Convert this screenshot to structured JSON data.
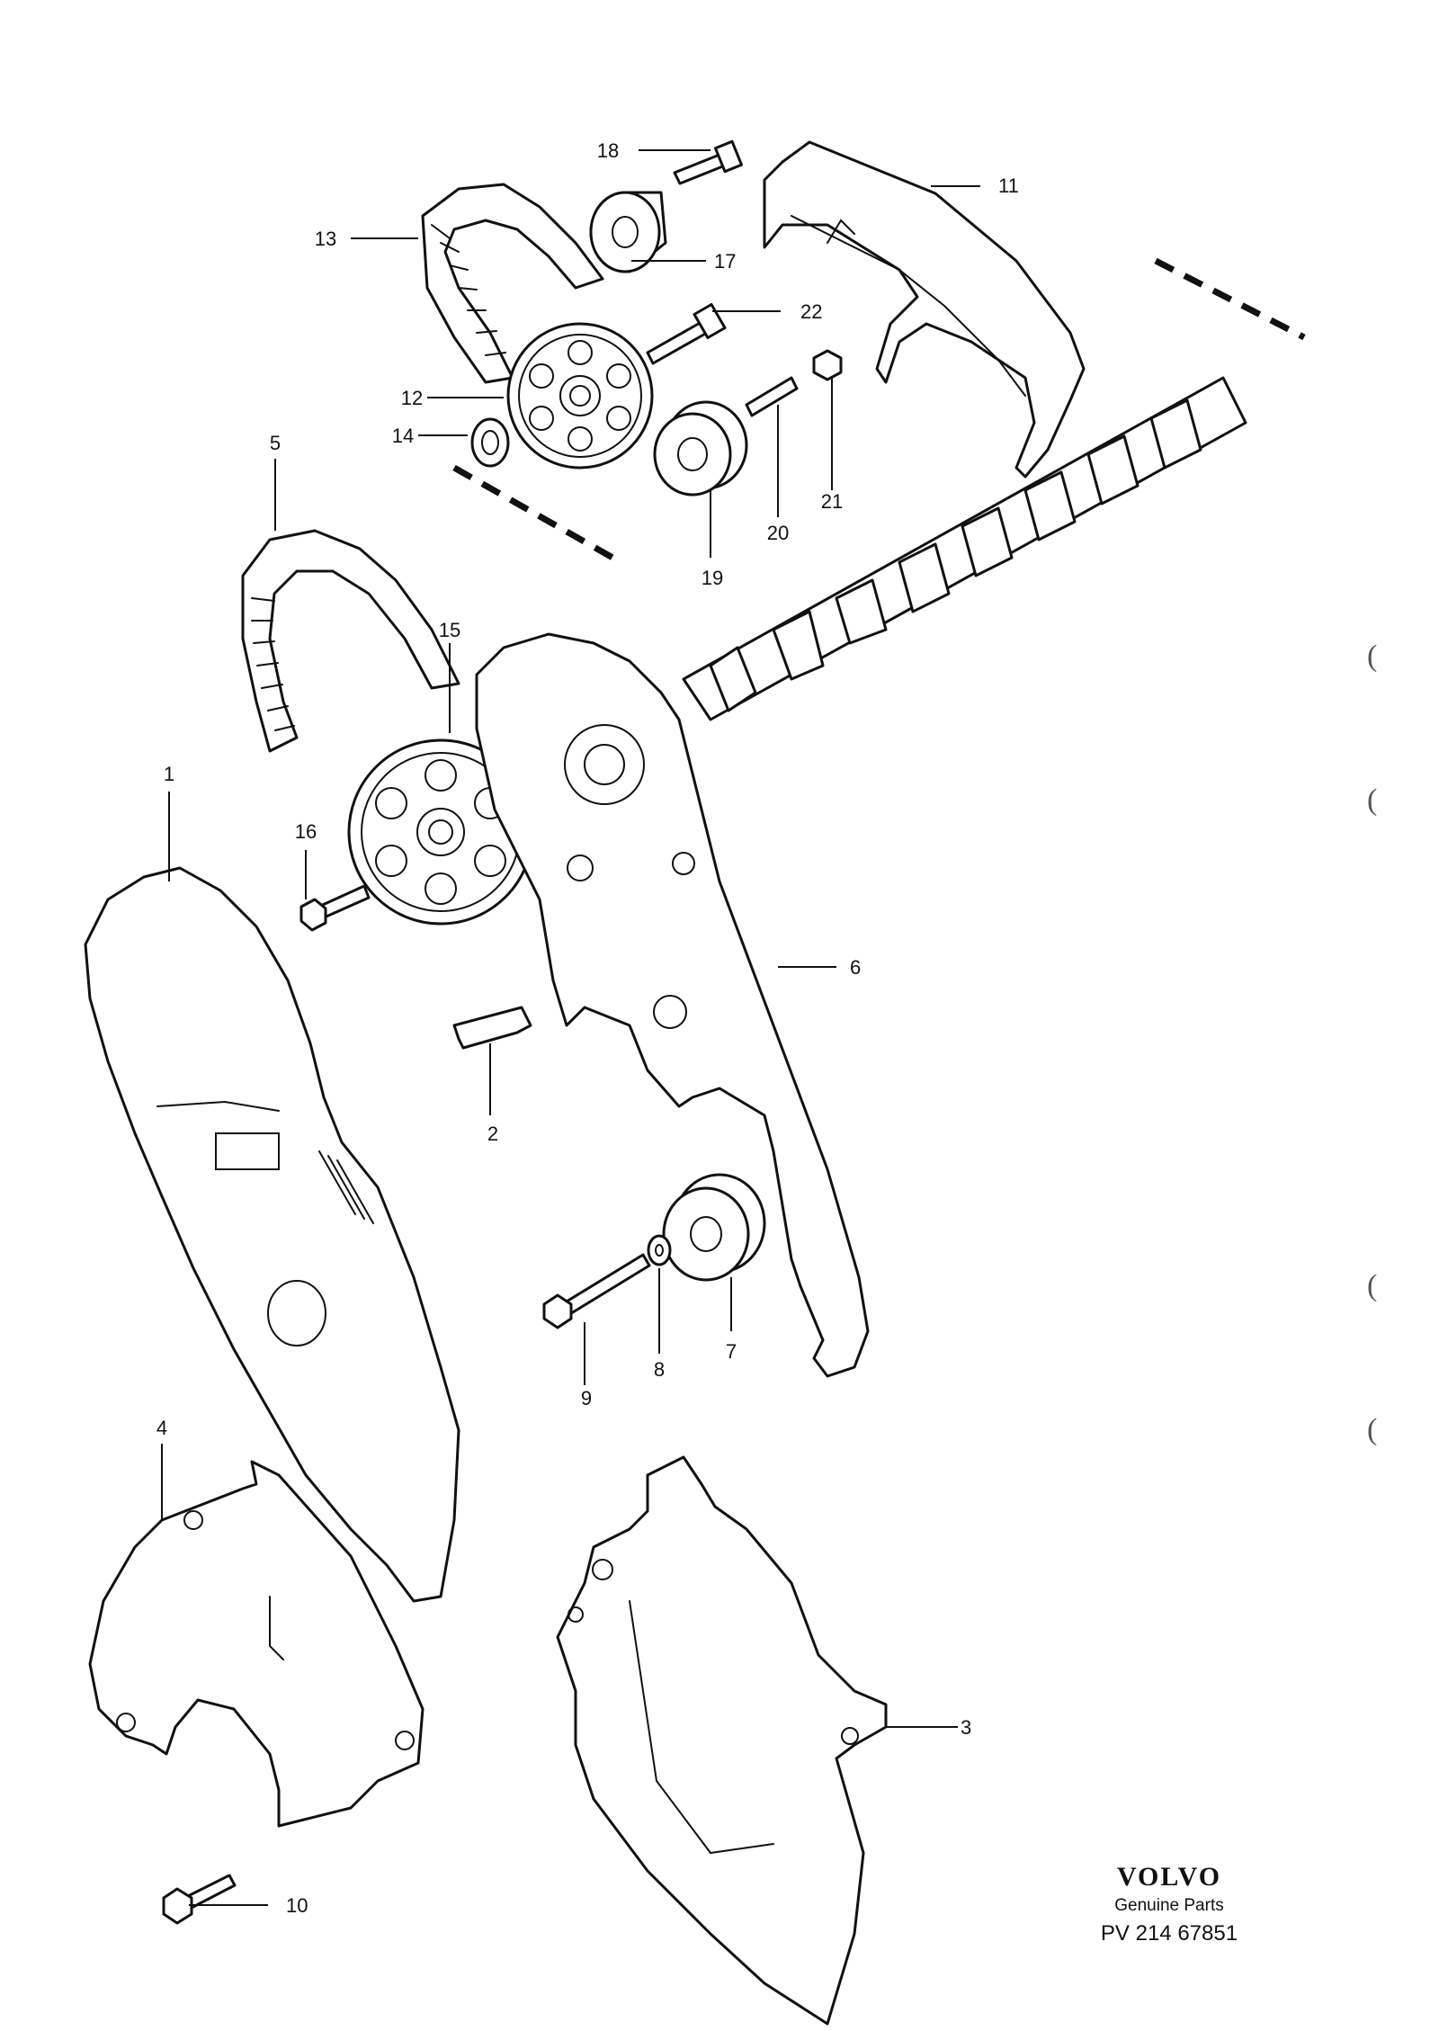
{
  "callouts": {
    "c1": "1",
    "c2": "2",
    "c3": "3",
    "c4": "4",
    "c5": "5",
    "c6": "6",
    "c7": "7",
    "c8": "8",
    "c9": "9",
    "c10": "10",
    "c11": "11",
    "c12": "12",
    "c13": "13",
    "c14": "14",
    "c15": "15",
    "c16": "16",
    "c17": "17",
    "c18": "18",
    "c19": "19",
    "c20": "20",
    "c21": "21",
    "c22": "22"
  },
  "margin_marks": [
    "(",
    "(",
    "(",
    "("
  ],
  "brand": {
    "logo": "VOLVO",
    "subtitle": "Genuine Parts",
    "code": "PV 214 67851"
  }
}
